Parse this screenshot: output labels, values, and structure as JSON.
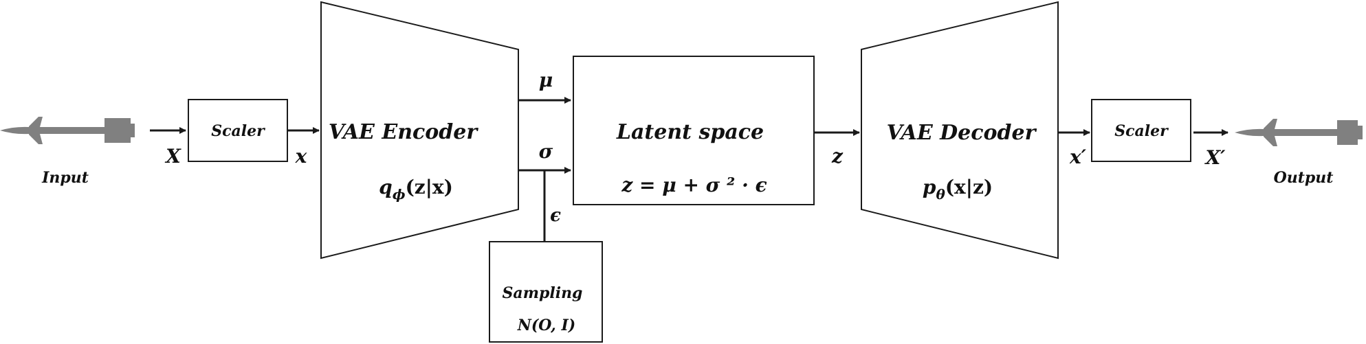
{
  "input": {
    "label": "Input",
    "symbol": "X"
  },
  "scaler_in": {
    "label": "Scaler",
    "output_symbol": "x"
  },
  "encoder": {
    "title": "VAE Encoder",
    "formula": "qφ(z|x)",
    "formula_main": "q",
    "formula_sub": "ϕ",
    "formula_rest": "(z|x)"
  },
  "mu": "μ",
  "sigma": "σ",
  "epsilon": "ϵ",
  "sampling": {
    "title": "Sampling",
    "formula": "N(O, I)"
  },
  "latent": {
    "title": "Latent space",
    "formula": "z = μ + σ ² · ϵ"
  },
  "z_symbol": "z",
  "decoder": {
    "title": "VAE Decoder",
    "formula": "pθ(x|z)",
    "formula_main": "p",
    "formula_sub": "θ",
    "formula_rest": "(x|z)"
  },
  "scaler_out": {
    "label": "Scaler",
    "input_symbol": "x′"
  },
  "output": {
    "label": "Output",
    "symbol": "X′"
  },
  "colors": {
    "line": "#1a1a1a",
    "rocket": "#808080",
    "background": "#ffffff"
  }
}
